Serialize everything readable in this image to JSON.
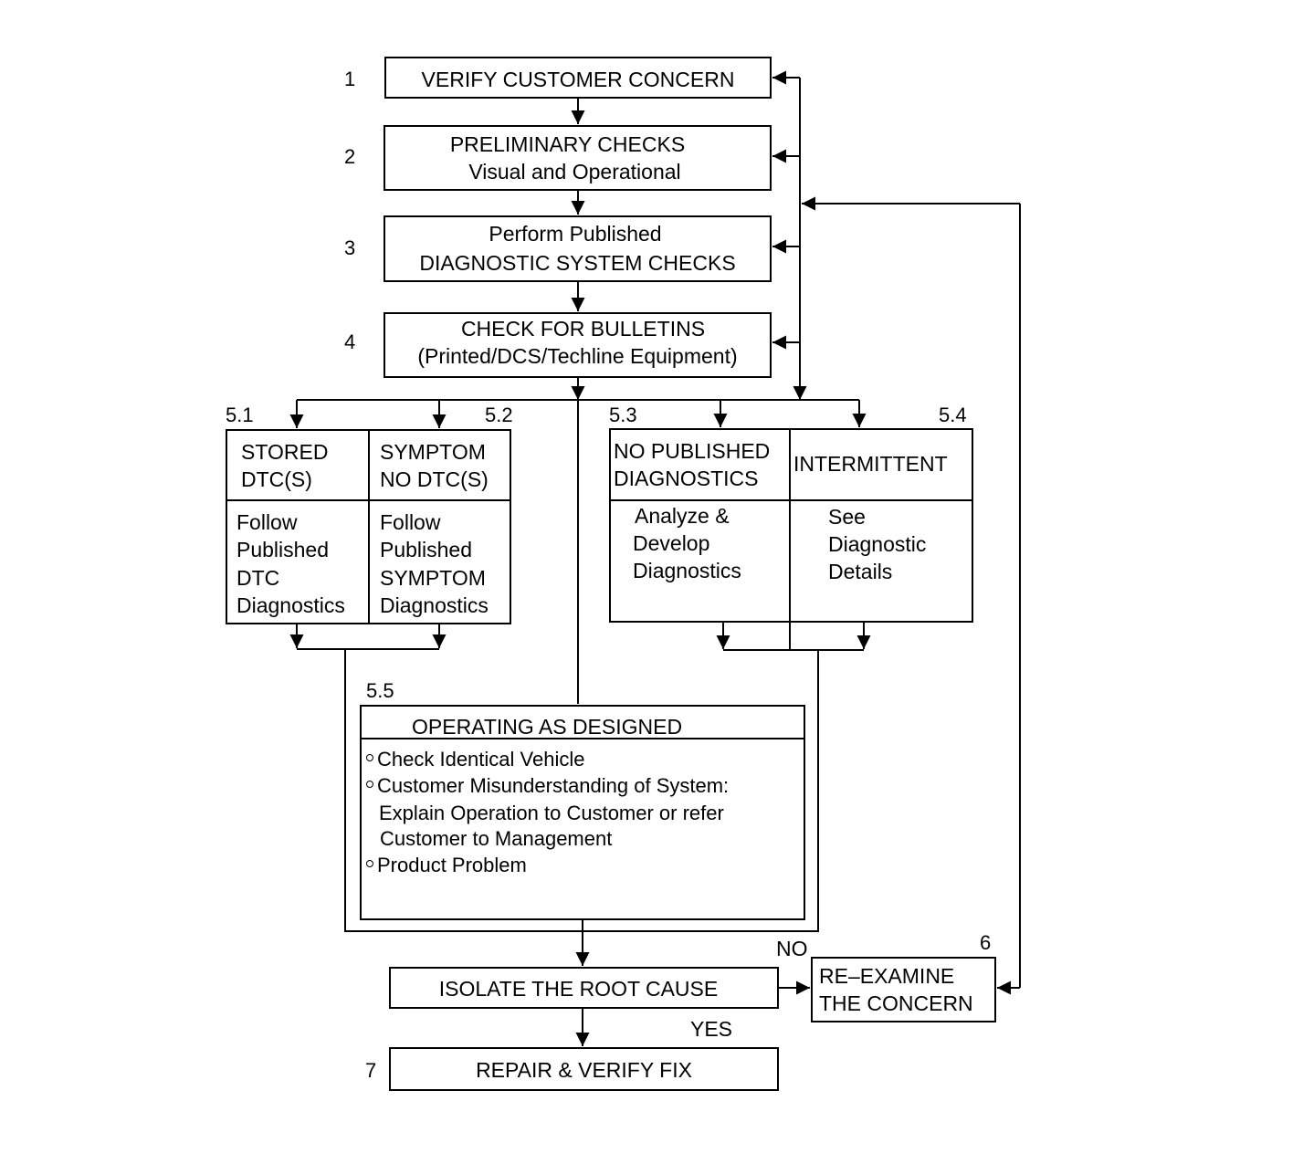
{
  "steps": {
    "s1": {
      "num": "1",
      "label": "VERIFY CUSTOMER CONCERN"
    },
    "s2": {
      "num": "2",
      "line1": "PRELIMINARY CHECKS",
      "line2": "Visual and Operational"
    },
    "s3": {
      "num": "3",
      "line1": "Perform Published",
      "line2": "DIAGNOSTIC SYSTEM CHECKS"
    },
    "s4": {
      "num": "4",
      "line1": "CHECK FOR BULLETINS",
      "line2": "(Printed/DCS/Techline Equipment)"
    },
    "s51": {
      "num": "5.1",
      "head1": "STORED",
      "head2": "DTC(S)",
      "body": [
        "Follow",
        "Published",
        "DTC",
        "Diagnostics"
      ]
    },
    "s52": {
      "num": "5.2",
      "head1": "SYMPTOM",
      "head2": "NO DTC(S)",
      "body": [
        "Follow",
        "Published",
        "SYMPTOM",
        "Diagnostics"
      ]
    },
    "s53": {
      "num": "5.3",
      "head1": "NO PUBLISHED",
      "head2": "DIAGNOSTICS",
      "body": [
        "Analyze &",
        "Develop",
        "Diagnostics"
      ]
    },
    "s54": {
      "num": "5.4",
      "head": "INTERMITTENT",
      "body": [
        "See",
        "Diagnostic",
        "Details"
      ]
    },
    "s55": {
      "num": "5.5",
      "title": "OPERATING AS DESIGNED",
      "items": [
        "Check Identical Vehicle",
        "Customer Misunderstanding of System:",
        "Explain Operation to Customer or refer",
        "Customer to Management",
        "Product Problem"
      ]
    },
    "s6": {
      "num": "6",
      "line1": "RE–EXAMINE",
      "line2": "THE CONCERN"
    },
    "isolate": {
      "label": "ISOLATE THE ROOT CAUSE"
    },
    "s7": {
      "num": "7",
      "label": "REPAIR & VERIFY FIX"
    }
  },
  "branches": {
    "no": "NO",
    "yes": "YES"
  }
}
